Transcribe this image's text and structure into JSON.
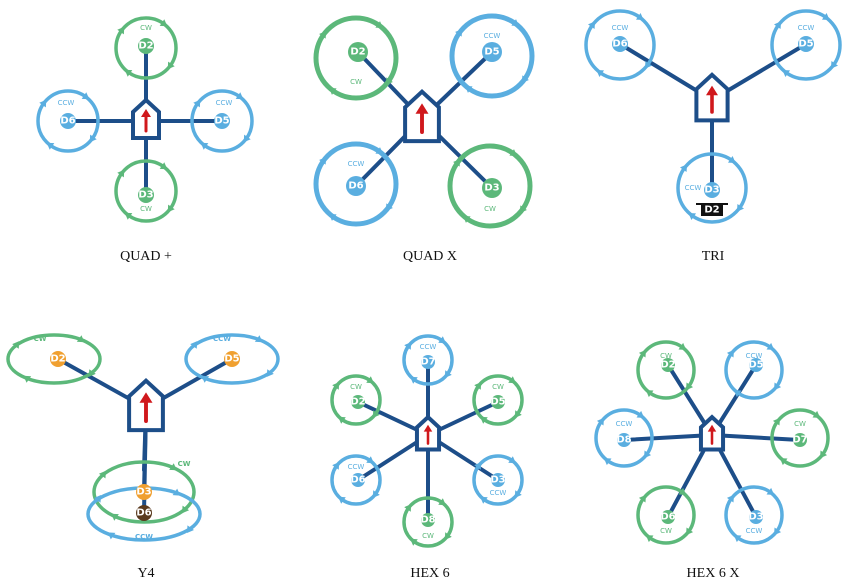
{
  "colors": {
    "arm": "#1d4e89",
    "cw": "#5cb87a",
    "ccw": "#5aaee0",
    "arrow": "#d0181c",
    "orange": "#f0a030",
    "brown": "#5a3a1e",
    "black": "#111111"
  },
  "configs": [
    {
      "name": "QUAD +",
      "motors": [
        {
          "label": "D2",
          "dir": "CW",
          "color": "cw"
        },
        {
          "label": "D6",
          "dir": "CCW",
          "color": "ccw"
        },
        {
          "label": "D5",
          "dir": "CCW",
          "color": "ccw"
        },
        {
          "label": "D3",
          "dir": "CW",
          "color": "cw"
        }
      ]
    },
    {
      "name": "QUAD X",
      "motors": [
        {
          "label": "D2",
          "dir": "CW",
          "color": "cw"
        },
        {
          "label": "D5",
          "dir": "CCW",
          "color": "ccw"
        },
        {
          "label": "D6",
          "dir": "CCW",
          "color": "ccw"
        },
        {
          "label": "D3",
          "dir": "CW",
          "color": "cw"
        }
      ]
    },
    {
      "name": "TRI",
      "motors": [
        {
          "label": "D6",
          "dir": "CCW",
          "color": "ccw"
        },
        {
          "label": "D5",
          "dir": "CCW",
          "color": "ccw"
        },
        {
          "label": "D3",
          "dir": "CCW",
          "color": "ccw"
        }
      ],
      "servo": "D2"
    },
    {
      "name": "Y4",
      "motors": [
        {
          "label": "D2",
          "dir": "CW",
          "color": "cw"
        },
        {
          "label": "D5",
          "dir": "CCW",
          "color": "ccw"
        },
        {
          "label": "D3",
          "dir": "CW",
          "color": "cw"
        },
        {
          "label": "D6",
          "dir": "CCW",
          "color": "ccw"
        }
      ]
    },
    {
      "name": "HEX 6",
      "motors": [
        {
          "label": "D7",
          "dir": "CCW",
          "color": "ccw"
        },
        {
          "label": "D2",
          "dir": "CW",
          "color": "cw"
        },
        {
          "label": "D5",
          "dir": "CW",
          "color": "cw"
        },
        {
          "label": "D6",
          "dir": "CCW",
          "color": "ccw"
        },
        {
          "label": "D3",
          "dir": "CCW",
          "color": "ccw"
        },
        {
          "label": "D8",
          "dir": "CW",
          "color": "cw"
        }
      ]
    },
    {
      "name": "HEX 6 X",
      "motors": [
        {
          "label": "D2",
          "dir": "CW",
          "color": "cw"
        },
        {
          "label": "D5",
          "dir": "CCW",
          "color": "ccw"
        },
        {
          "label": "D8",
          "dir": "CCW",
          "color": "ccw"
        },
        {
          "label": "D7",
          "dir": "CW",
          "color": "cw"
        },
        {
          "label": "D6",
          "dir": "CW",
          "color": "cw"
        },
        {
          "label": "D3",
          "dir": "CCW",
          "color": "ccw"
        }
      ]
    }
  ]
}
